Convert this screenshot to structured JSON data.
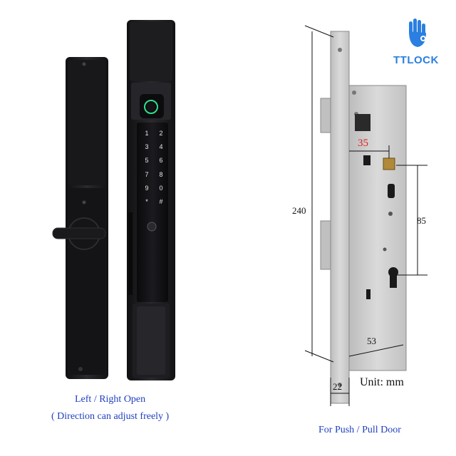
{
  "brand": {
    "name": "TTLOCK",
    "accent": "#2a7fe0"
  },
  "captions": {
    "left_line1": "Left / Right Open",
    "left_line2": "( Direction can adjust freely )",
    "right": "For Push / Pull Door"
  },
  "dimensions": {
    "height": "240",
    "backset": "35",
    "center_distance": "85",
    "faceplate_to_cylinder": "53",
    "faceplate_width": "22",
    "unit_label": "Unit: mm"
  },
  "keypad": {
    "keys": [
      "1",
      "2",
      "3",
      "4",
      "5",
      "6",
      "7",
      "8",
      "9",
      "0",
      "*",
      "#"
    ]
  },
  "colors": {
    "caption": "#1f3fbf",
    "lock_body": "#1c1c1e",
    "steel": "#c9c9c9",
    "dimension_red": "#e02020"
  }
}
